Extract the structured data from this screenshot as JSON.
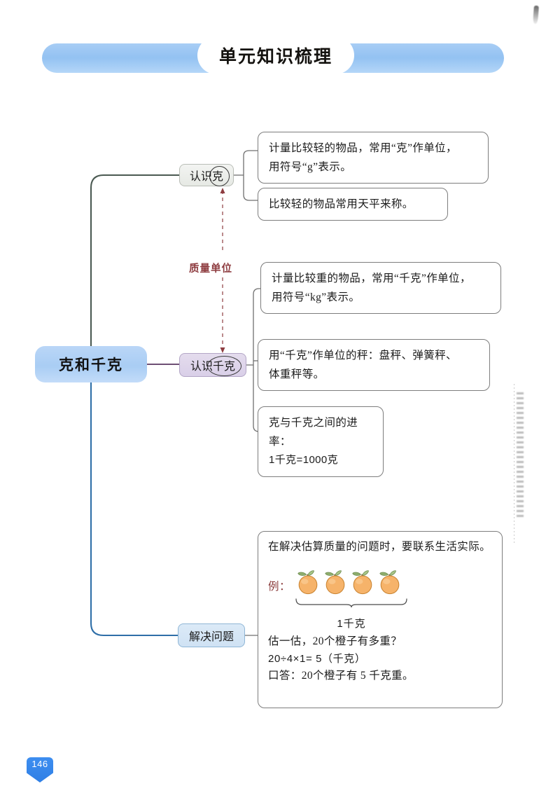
{
  "page": {
    "title": "单元知识梳理",
    "page_number": "146"
  },
  "root_node": {
    "label": "克和千克",
    "color": "#a9cdf4"
  },
  "branches": [
    {
      "id": "gram",
      "label_prefix": "认识",
      "label_circled": "克",
      "label_full": "认识克",
      "node_color": "#e6e9e4",
      "connector_color": "#4b5a52",
      "items": [
        {
          "lines": [
            "计量比较轻的物品，常用“克”作单位，",
            "用符号“g”表示。"
          ]
        },
        {
          "lines": [
            "比较轻的物品常用天平来称。"
          ]
        }
      ]
    },
    {
      "id": "kilogram",
      "label_prefix": "认识",
      "label_circled": "千克",
      "label_full": "认识千克",
      "node_color": "#d9cfe8",
      "connector_color": "#6e4f74",
      "items": [
        {
          "lines": [
            "计量比较重的物品，常用“千克”作单位，",
            "用符号“kg”表示。"
          ]
        },
        {
          "lines": [
            "用“千克”作单位的秤：盘秤、弹簧秤、",
            "体重秤等。"
          ]
        },
        {
          "lines": [
            "克与千克之间的进率：",
            "1千克=1000克"
          ]
        }
      ]
    },
    {
      "id": "solve",
      "label_full": "解决问题",
      "node_color": "#cfe2f4",
      "connector_color": "#2f6fa8",
      "content": {
        "heading": "在解决估算质量的问题时，要联系生活实际。",
        "example_label": "例：",
        "orange_count": 4,
        "brace_label": "1千克",
        "question": "估一估，20个橙子有多重？",
        "equation": "20÷4×1= 5（千克）",
        "answer": "口答：20个橙子有 5 千克重。"
      }
    }
  ],
  "annotations": {
    "mass_unit_label": "质量单位",
    "mass_unit_color": "#8e3c40"
  },
  "icons": {
    "orange": "orange-fruit-icon",
    "brace": "curly-brace-icon",
    "page_badge": "page-number-badge-icon",
    "scan_artifact": "scan-artifact-icon"
  }
}
